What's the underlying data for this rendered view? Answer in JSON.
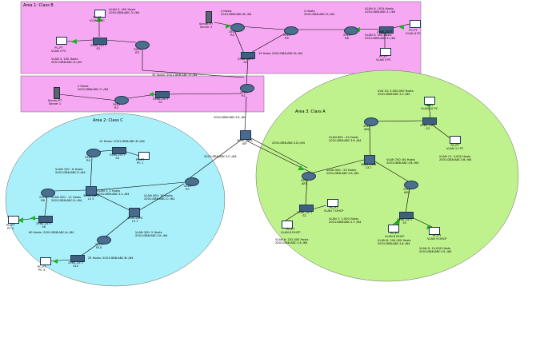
{
  "areas": {
    "area1": {
      "title": "Area 1: Class B"
    },
    "area2": {
      "title": "Area 2: Class C"
    },
    "area3": {
      "title": "Area 3: Class A"
    }
  },
  "area1_labels": {
    "vlan2": "VLAN 2: 400 Hosts\n2001:DB8:ABC:3::/64",
    "vlan3": "VLAN 3: 250 Hosts\n2001:DB8:ABC:4::/64",
    "srv2_link": "2 Hosts\n2001:DB8:ABC:8::/64",
    "r9_r10": "2 Hosts\n2001:DB8:ABC:9::/64",
    "vlan4": "VLAN 4: 1024 Hosts\n2001:DB8:ABC:1::/64",
    "vlan5": "VLAN 5: 505 Hosts\n2001:DB8:ABC:2::/64",
    "net19": "19 Hosts 2001:DB8:ABC:6::/64",
    "net35": "35 Hosts: 2001:DB8:ABC:5::/64",
    "srv1_link": "2 Hosts\n2001:DB8:ABC:7::/64"
  },
  "center_labels": {
    "r1_isp": "2001:DB8:ABC:10::/64",
    "isp_area2": "2001:DB8:ABC:1C::/64",
    "isp_area3": "2001:DB8:ABC:1D::/64"
  },
  "area2_labels": {
    "net14": "14 Hosts: 2001:DB8:ABC:D::/64",
    "vlan100": "VLAN 100 : 8 Hosts\n2001:DB8:ABC:F::/64",
    "vlan200": "VLAN 200 : 12 Hosts\n2001:DB8:ABC:E::/64",
    "vlan1": "VLAN 1: 2 Hosts\n2001:DB8:ABC:11::/64",
    "vlan400": "VLAN 400: 18 Hosts\n2001:DB8:ABC:C::/64",
    "vlan300": "VLAN 300: 5 Hosts\n2001:DB8:ABC:10::/64",
    "net60": "60 Hosts: 2001:DB8:ABC:A::/64",
    "net25": "25 Hosts: 2001:DB8:ABC:B::/64"
  },
  "area3_labels": {
    "vlan10": "VLN 10: 5,000,000 Hosts\n2001:DB8:ABC:12::/64",
    "vlan11": "VLAN 11: 3,000 Hosts\n2001:DB8:ABC:16::/64",
    "vlan600": "VLAN 600 : 40 Hosts\n2001:DB8:ABC:19::/64",
    "vlan500": "VLAN 500 : 20 Hosts\n2001:DB8:ABC:1A::/64",
    "vlan700": "VLAN 700: 80 Hosts\n2001:DB8:ABC:1B::/64",
    "vlan6": "VLAN 6: 202,000 Hosts\n2001:DB8:ABC:13::/64",
    "vlan7": "VLAN 7: 2,000 Hosts\n2001:DB8:ABC:17::/64",
    "vlan8": "VLAN 8: 200,000 Hosts\n2001:DB8:ABC:14::/64",
    "vlan9": "VLAN 9: 10,000 Hosts\n2001:DB8:ABC:15::/64"
  },
  "devices": {
    "a1_pc_top": "PC-PT\nVLAN 2 PC",
    "a1_pc_left": "PC-PT\nVLAN 3 PC",
    "a1_s3": "2960-24TT\nS3",
    "a1_r3": "2911\nR3",
    "a1_srv2": "Server-PT\nServer 2",
    "a1_r4": "2911\nR4",
    "a1_r5": "2911\nR5",
    "a1_r6": "2911\nR6",
    "a1_s4": "2960-24TT",
    "a1_pc4": "PC-PT\nVLAN 4 PC",
    "a1_pc5": "PC-PT\nVLAN 5 PC",
    "a1_s2": "2960-24TT\nS2",
    "a1_r2": "2911\nR2",
    "a1_s1": "2960-24TT\nS1",
    "a1_srv1": "Server-PT\nServer 1",
    "a1_r1": "2911\nR1",
    "isp": "3650-24PS\nISP",
    "a2_r": "2911\nR5",
    "a2_s4": "2960-24TT\nS4",
    "a2_pc1": "PC-PT\nPC 1",
    "a2_l32": "3650-24PS\nL3 2",
    "a2_r7": "2911\nR7",
    "a2_r8": "2911\nR8",
    "a2_s6": "2960-24TT\nS6",
    "a2_pc2": "PC-PT\nPC 2",
    "a2_l31": "3650-24PS\nL3 1",
    "a2_r10": "2911\nR10",
    "a2_s10": "2960-24TT\nS10",
    "a2_pc3": "PC-PT\nPC 3",
    "a3_pc10": "PC-PT\nVLAN 10 PC",
    "a3_r2": "2911\nAR2",
    "a3_s3": "2960-24TT\nS3",
    "a3_pc11": "PC-PT\nVLAN 11 PC",
    "a3_l31": "3650-24PS\nL3 1",
    "a3_r1": "2911\nAR1",
    "a3_r3": "2911\nAR3",
    "a3_s1": "2960-24TT\nS1",
    "a3_pc6": "PC-PT\nVLAN 6 DHCP",
    "a3_pc7": "PC-PT\nVLAN 7 DHCP",
    "a3_s5": "2960-24TT\nS5",
    "a3_pc8": "PC-PT\nVLAN 8 DHCP",
    "a3_pc9": "PC-PT\nVLAN 9 DHCP"
  },
  "colors": {
    "area1_fill": "#f7a8f3",
    "area2_fill": "#aaf0fa",
    "area3_fill": "#bff28c",
    "link": "#000000",
    "link_up": "#17b81c"
  }
}
